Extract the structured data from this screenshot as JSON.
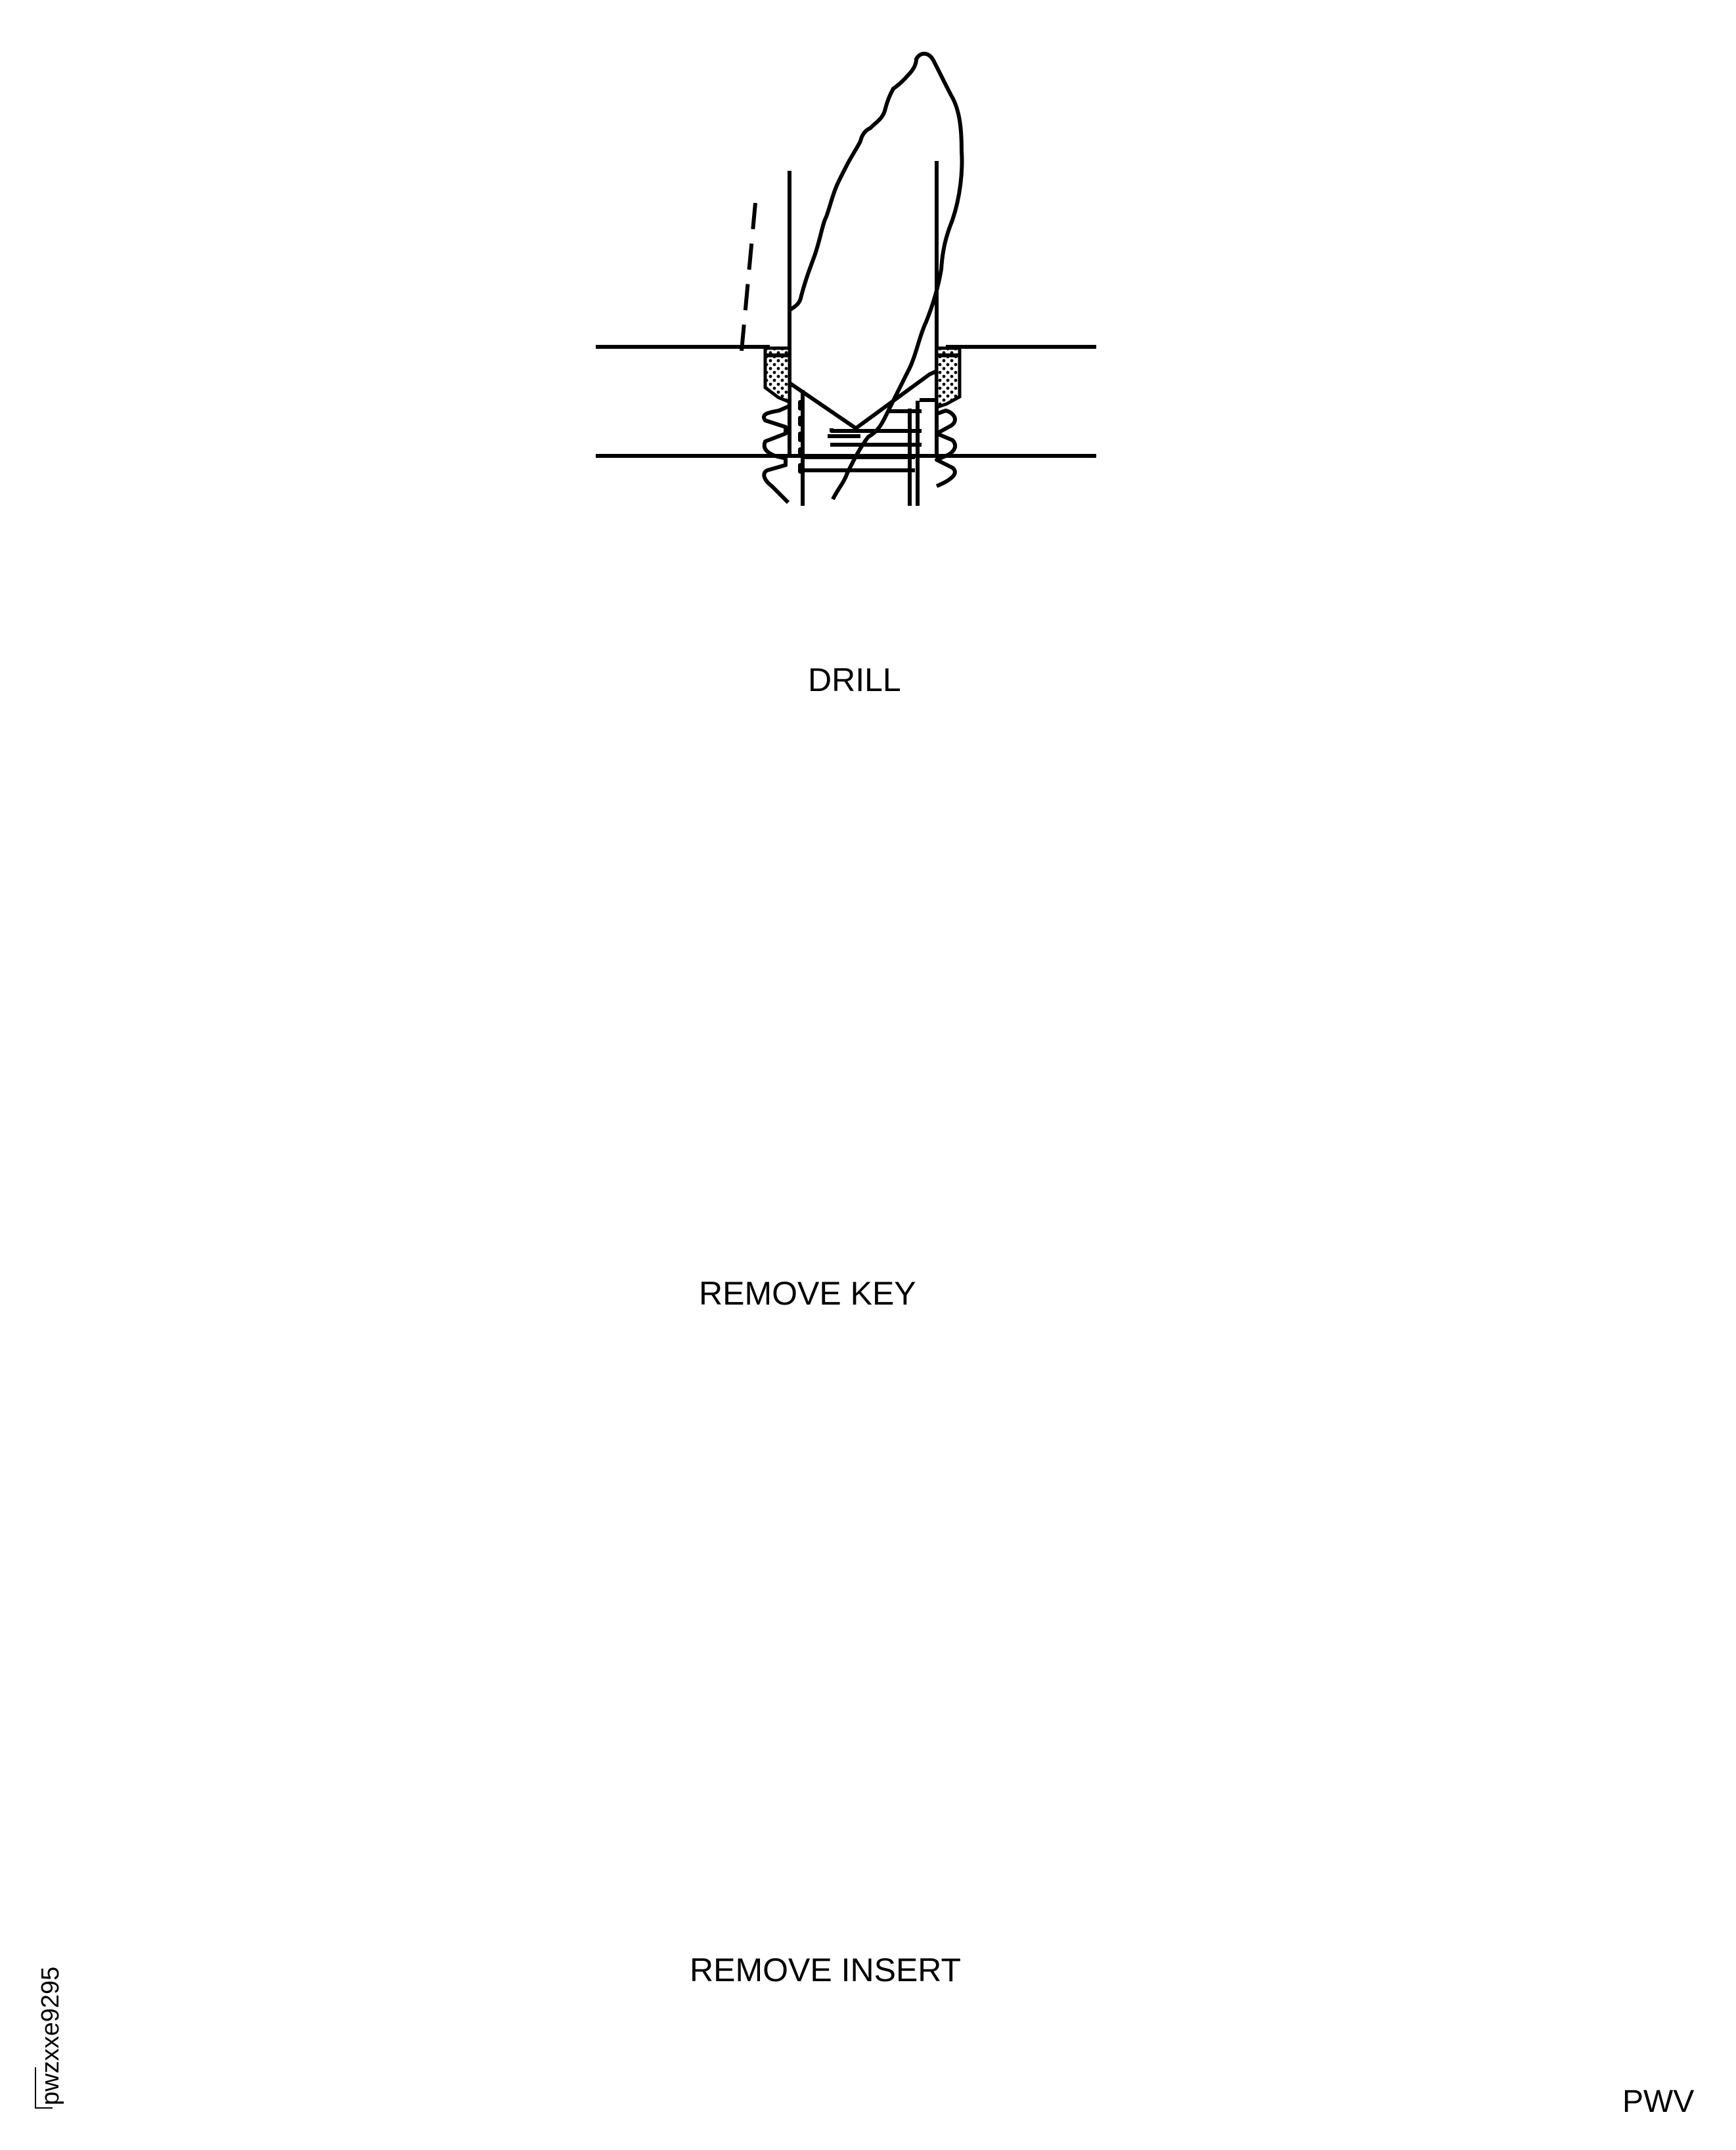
{
  "figure": {
    "panels": [
      {
        "id": "drill",
        "label": "DRILL"
      },
      {
        "id": "remove-key",
        "label": "REMOVE KEY"
      },
      {
        "id": "remove-insert",
        "label": "REMOVE INSERT"
      }
    ],
    "figure_code": "pwzxxe9295",
    "corner_code": "PWV",
    "colors": {
      "line": "#000000",
      "background": "#ffffff",
      "stipple": "#000000"
    }
  }
}
